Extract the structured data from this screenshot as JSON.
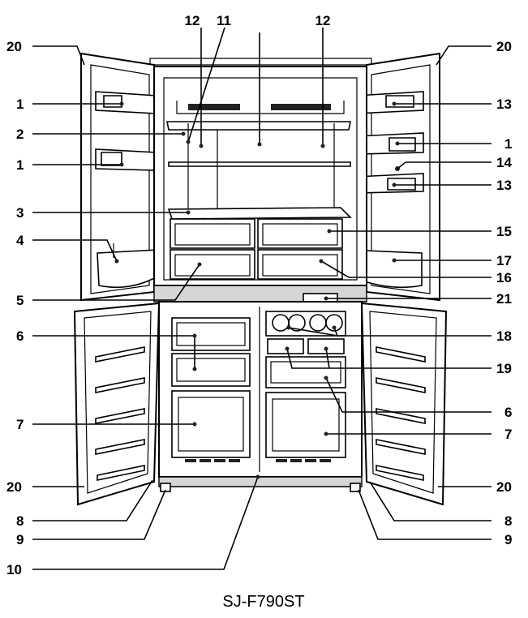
{
  "model": "SJ-F790ST",
  "callouts": {
    "top_12a": "12",
    "top_11": "11",
    "top_12b": "12",
    "l_20_top": "20",
    "l_1a": "1",
    "l_2": "2",
    "l_1b": "1",
    "l_3": "3",
    "l_4": "4",
    "l_5": "5",
    "l_6": "6",
    "l_7": "7",
    "l_20_bot": "20",
    "l_8": "8",
    "l_9": "9",
    "l_10": "10",
    "r_20_top": "20",
    "r_13a": "13",
    "r_1": "1",
    "r_14": "14",
    "r_13b": "13",
    "r_15": "15",
    "r_17": "17",
    "r_16": "16",
    "r_21": "21",
    "r_18": "18",
    "r_19": "19",
    "r_6": "6",
    "r_7": "7",
    "r_20_bot": "20",
    "r_8": "8",
    "r_9": "9"
  }
}
